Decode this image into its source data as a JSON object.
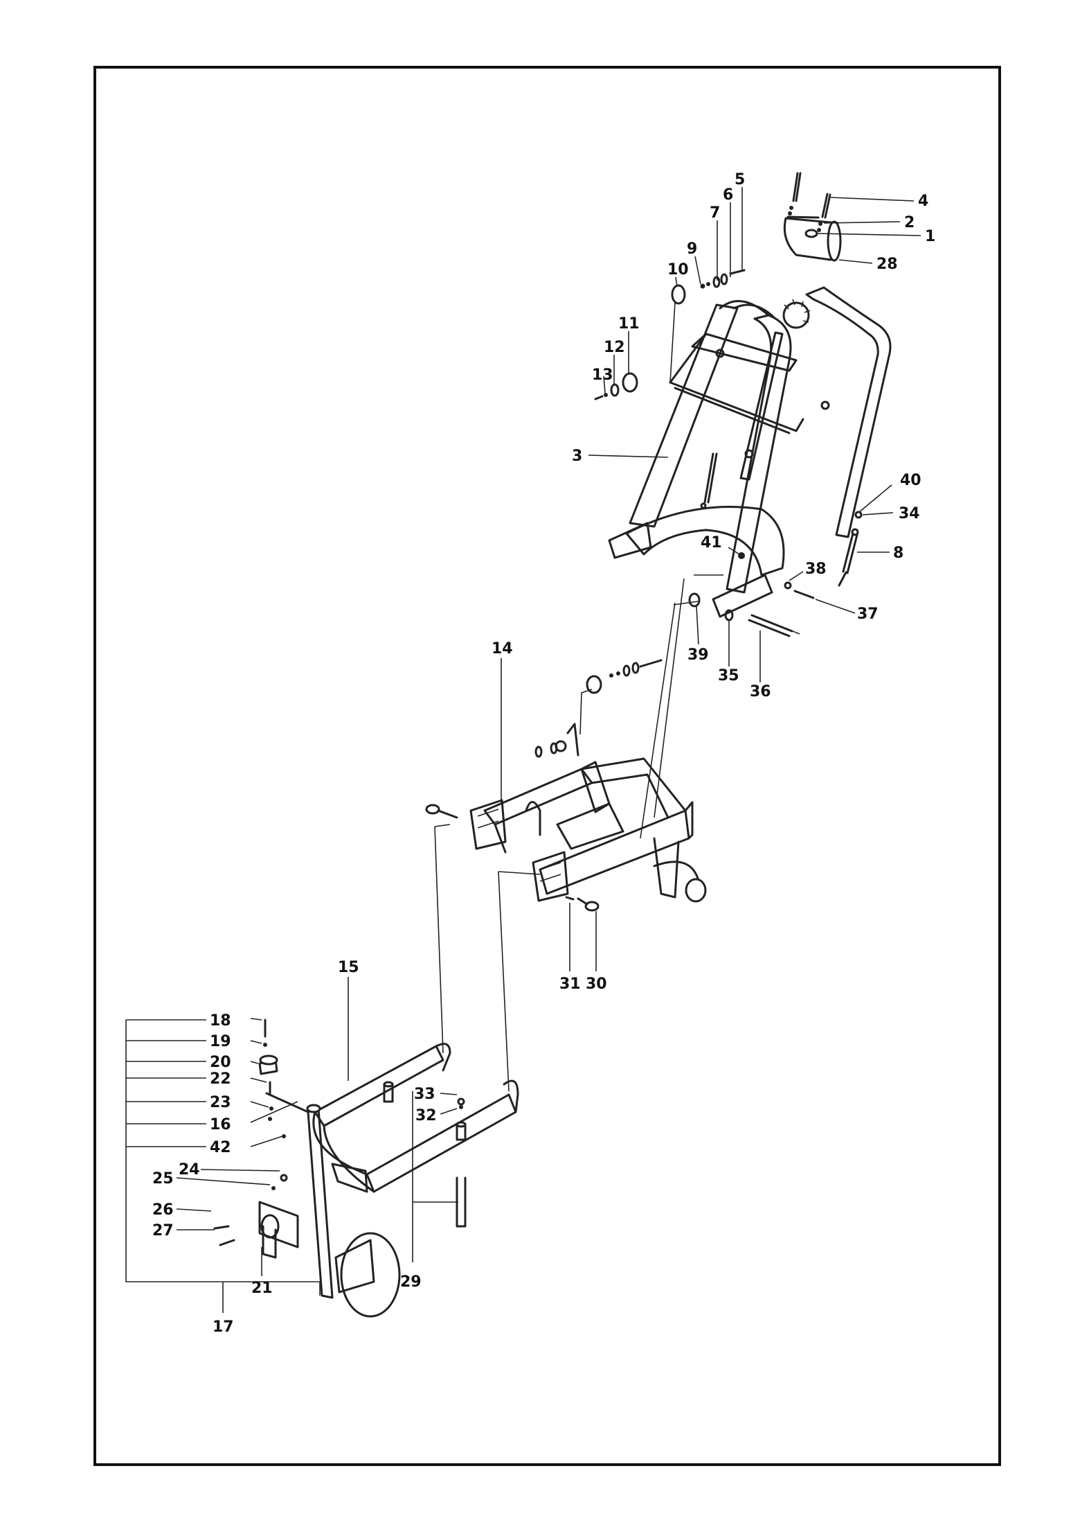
{
  "diagram": {
    "labels": {
      "p1": "1",
      "p2": "2",
      "p3": "3",
      "p4": "4",
      "p5": "5",
      "p6": "6",
      "p7": "7",
      "p8": "8",
      "p9": "9",
      "p10": "10",
      "p11": "11",
      "p12": "12",
      "p13": "13",
      "p14": "14",
      "p15": "15",
      "p16": "16",
      "p17": "17",
      "p18": "18",
      "p19": "19",
      "p20": "20",
      "p21": "21",
      "p22": "22",
      "p23": "23",
      "p24": "24",
      "p25": "25",
      "p26": "26",
      "p27": "27",
      "p28": "28",
      "p29": "29",
      "p30": "30",
      "p31": "31",
      "p32": "32",
      "p33": "33",
      "p34": "34",
      "p35": "35",
      "p36": "36",
      "p37": "37",
      "p38": "38",
      "p39": "39",
      "p40": "40",
      "p41": "41",
      "p42": "42"
    }
  }
}
